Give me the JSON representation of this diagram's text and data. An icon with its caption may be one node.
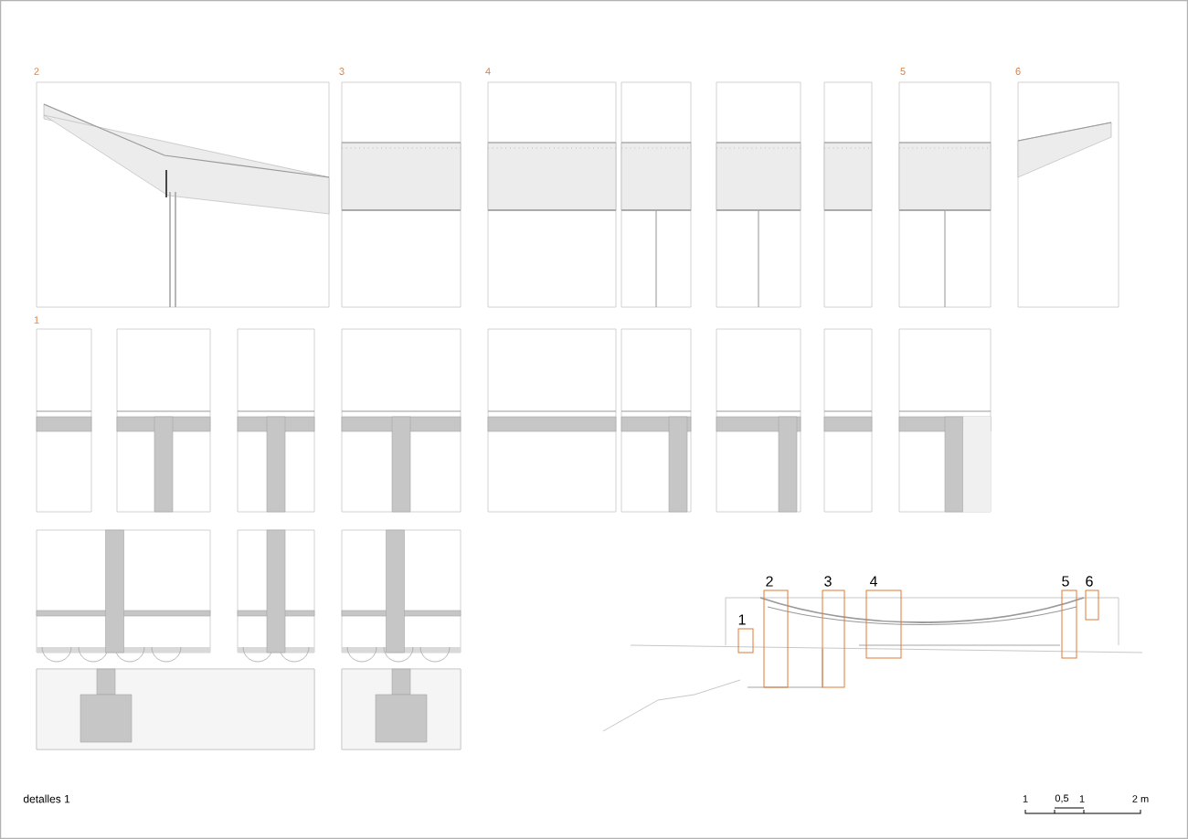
{
  "diagram": {
    "caption": "detalles 1",
    "labels": [
      "2",
      "3",
      "4",
      "5",
      "6",
      "1",
      "1",
      "2",
      "3",
      "4",
      "5",
      "6",
      "1",
      "0,5",
      "1",
      "2 m"
    ]
  }
}
